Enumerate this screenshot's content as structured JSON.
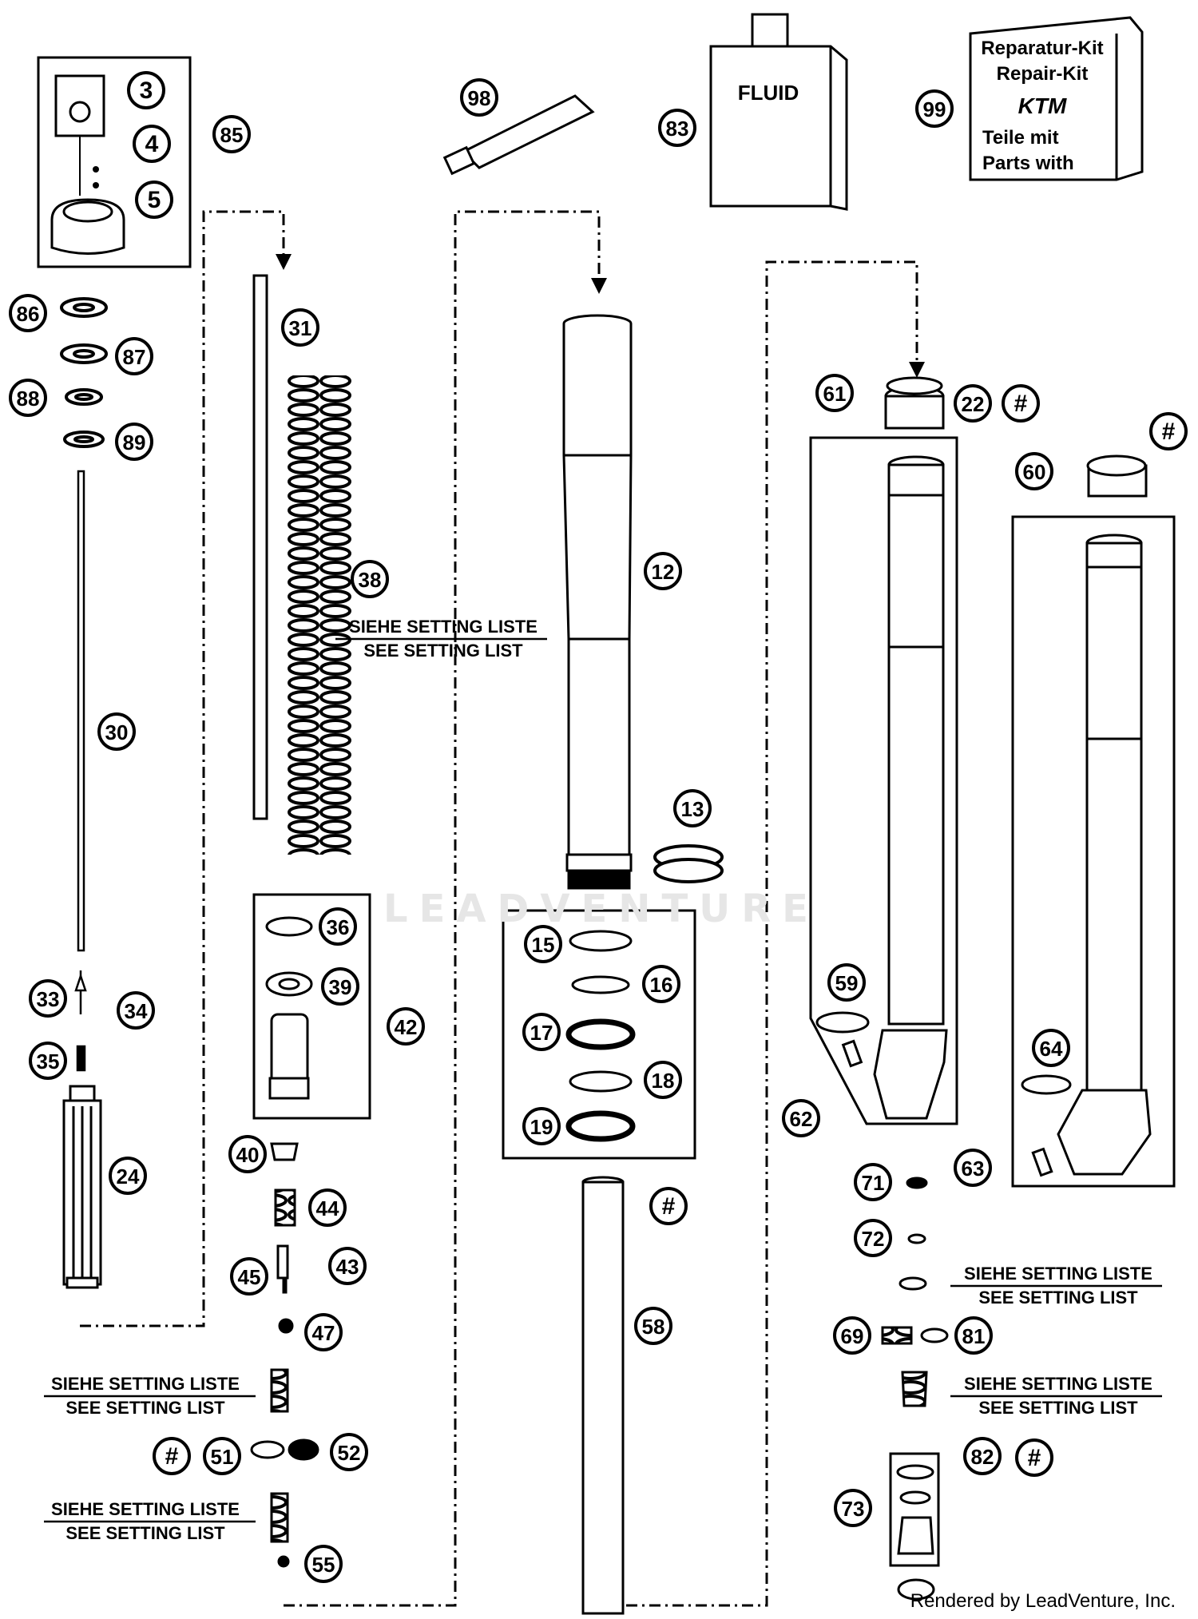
{
  "diagram": {
    "callouts": [
      "3",
      "4",
      "5",
      "85",
      "86",
      "87",
      "88",
      "89",
      "31",
      "38",
      "30",
      "33",
      "34",
      "35",
      "24",
      "36",
      "39",
      "42",
      "40",
      "44",
      "45",
      "43",
      "47",
      "51",
      "52",
      "55",
      "98",
      "83",
      "99",
      "12",
      "13",
      "15",
      "16",
      "17",
      "18",
      "19",
      "58",
      "61",
      "22",
      "60",
      "59",
      "62",
      "63",
      "64",
      "71",
      "72",
      "69",
      "81",
      "73",
      "82"
    ],
    "hash_symbol": "#",
    "fluid_label": "FLUID",
    "repair_kit": {
      "line1": "Reparatur-Kit",
      "line2": "Repair-Kit",
      "brand": "KTM",
      "line3": "Teile mit",
      "line4": "Parts with"
    },
    "setting_de": "SIEHE SETTING LISTE",
    "setting_en": "SEE SETTING LIST"
  },
  "footer": {
    "watermark": "LEADVENTURE",
    "credit": "Rendered by LeadVenture, Inc."
  }
}
